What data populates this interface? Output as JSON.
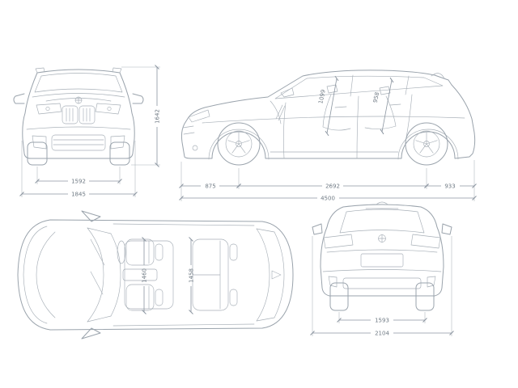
{
  "colors": {
    "line": "#9aa3ac",
    "dimension_line": "#8b95a0",
    "label_text": "#6f7a84",
    "background": "#ffffff"
  },
  "views": {
    "front": {
      "track_width": "1592",
      "overall_width": "1845",
      "overall_height": "1642"
    },
    "side": {
      "front_overhang": "875",
      "wheelbase": "2692",
      "rear_overhang": "933",
      "overall_length": "4500",
      "front_interior_height": "1099",
      "rear_interior_height": "958"
    },
    "top": {
      "front_interior_width": "1460",
      "rear_interior_width": "1458"
    },
    "rear": {
      "rear_track": "1593",
      "overall_width_incl_mirrors": "2104"
    }
  }
}
